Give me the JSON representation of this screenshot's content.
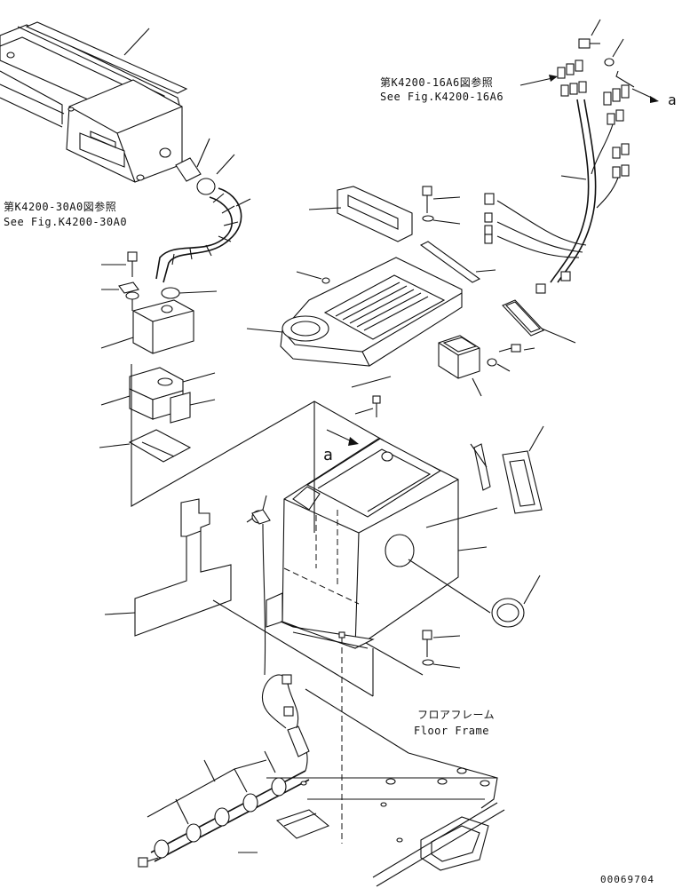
{
  "references": {
    "ref_16a6_jp": "第K4200-16A6図参照",
    "ref_16a6_en": "See Fig.K4200-16A6",
    "ref_30a0_jp": "第K4200-30A0図参照",
    "ref_30a0_en": "See Fig.K4200-30A0"
  },
  "markers": {
    "arrow_a_top": "a",
    "arrow_a_mid": "a"
  },
  "floor_frame": {
    "jp": "フロアフレーム",
    "en": "Floor Frame"
  },
  "drawing_number": "00069704"
}
